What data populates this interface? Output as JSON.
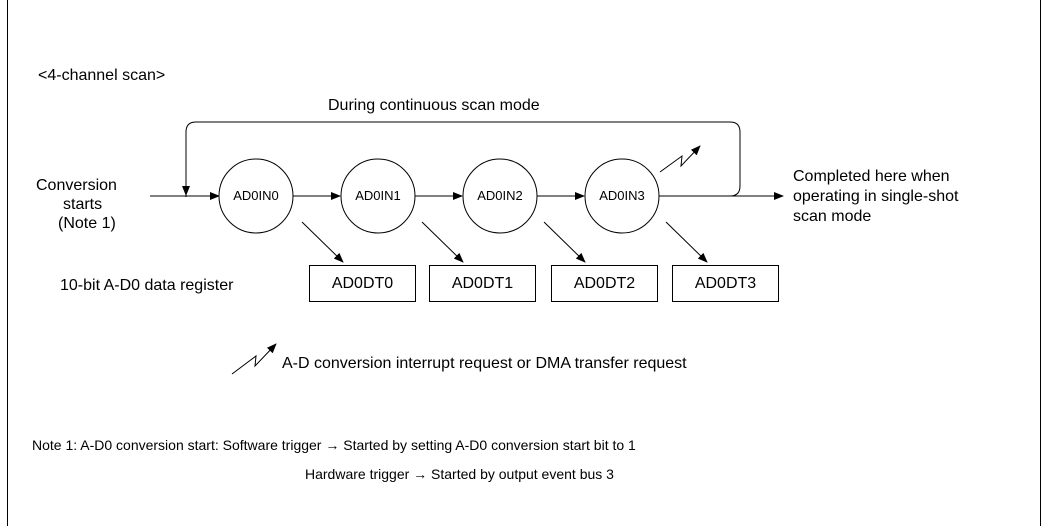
{
  "diagram": {
    "heading": "<4-channel scan>",
    "loop_label": "During continuous scan mode",
    "start_label": [
      "Conversion",
      "starts",
      "(Note 1)"
    ],
    "end_label": [
      "Completed here when",
      "operating in single-shot",
      "scan mode"
    ],
    "register_label": "10-bit A-D0 data register",
    "channels": [
      "AD0IN0",
      "AD0IN1",
      "AD0IN2",
      "AD0IN3"
    ],
    "registers": [
      "AD0DT0",
      "AD0DT1",
      "AD0DT2",
      "AD0DT3"
    ],
    "interrupt_legend": "A-D conversion interrupt request or DMA transfer request"
  },
  "note": {
    "line1": "Note 1:  A-D0 conversion start: Software trigger → Started by setting A-D0 conversion start bit to 1",
    "line2": "Hardware trigger → Started by output event bus 3"
  }
}
